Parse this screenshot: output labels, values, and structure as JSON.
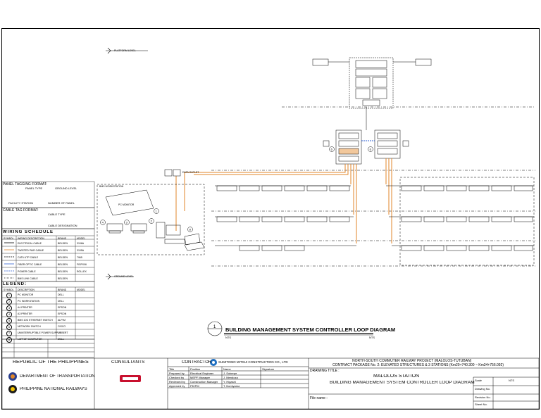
{
  "levels": {
    "platform": "PLATFORM LEVEL",
    "ground": "GROUND LEVEL"
  },
  "nodes": {
    "data_outlet": "DATA OUTLET",
    "bms_room": "BMS WORKSTATION",
    "workstation": "PC MONITOR"
  },
  "panel_format": {
    "title": "PANEL TAGGING FORMAT:",
    "panel_type": "PANEL TYPE",
    "ground_level": "GROUND LEVEL",
    "facility_station": "FACILITY STATION",
    "number_panel": "NUMBER OF PANEL"
  },
  "cable_format": {
    "title": "CABLE TAG FORMAT:",
    "cable_type": "CABLE TYPE",
    "designation": "CABLE DESIGNATION"
  },
  "wiring_schedule": {
    "title": "WIRING SCHEDULE",
    "headers": [
      "SYMBOL",
      "WIRING DESCRIPTION",
      "BRAND",
      "MODEL"
    ],
    "rows": [
      [
        "",
        "ELECTRICAL CABLE",
        "BELDEN",
        "3106A"
      ],
      [
        "",
        "TWISTED PAIR CABLE",
        "BELDEN",
        "3105A"
      ],
      [
        "",
        "CAT6 UTP CABLE",
        "BELDEN",
        "7965"
      ],
      [
        "",
        "FIBER OPTIC CABLE",
        "BELDEN",
        "FISPX06"
      ],
      [
        "",
        "POWER CABLE",
        "BELDEN",
        "ROLLEX"
      ],
      [
        "",
        "BMS LINK CABLE",
        "BELDEN",
        ""
      ]
    ]
  },
  "legend": {
    "title": "LEGEND:",
    "headers": [
      "SYMBOL",
      "DESCRIPTION",
      "BRAND",
      "MODEL"
    ],
    "rows": [
      [
        "1",
        "PC MONITOR",
        "DELL",
        ""
      ],
      [
        "2",
        "PC WORKSTATION",
        "DELL",
        ""
      ],
      [
        "3",
        "A4 PRINTER",
        "EPSON",
        ""
      ],
      [
        "4",
        "A3 PRINTER",
        "EPSON",
        ""
      ],
      [
        "5",
        "BMS 10G ETHERNET SWITCH",
        "ALPHA",
        ""
      ],
      [
        "6",
        "NETWORK SWITCH",
        "CISCO",
        ""
      ],
      [
        "7",
        "UNINTERRUPTIBLE POWER SUPPLY",
        "LIEBERT",
        ""
      ],
      [
        "8",
        "LAPTOP COMPUTER",
        "DELL",
        ""
      ]
    ]
  },
  "revisions": [
    [
      "",
      "",
      ""
    ],
    [
      "",
      "",
      ""
    ],
    [
      "",
      "",
      ""
    ],
    [
      "",
      "",
      ""
    ]
  ],
  "drawing": {
    "bubble": "1",
    "title": "BUILDING MANAGEMENT SYSTEM CONTROLLER LOOP DIAGRAM",
    "scale": "NTS"
  },
  "title_block": {
    "republic": "REPUBLIC OF THE PHILIPPINES",
    "dotr": "DEPARTMENT OF TRANSPORTATION",
    "pnr": "PHILIPPINE NATIONAL RAILWAYS",
    "consultants": "CONSULTANTS",
    "contractor": "CONTRACTOR",
    "contractor_name": "SUMITOMO MITSUI CONSTRUCTION CO., LTD",
    "sign_headers": [
      "Title",
      "Position",
      "Name",
      "Signature"
    ],
    "sign_rows": [
      [
        "Prepared by",
        "Electrical Engineer",
        "J. Sobrepe",
        ""
      ],
      [
        "Checked by",
        "MEPF Manager",
        "J. Mendoza",
        ""
      ],
      [
        "Reviewed by",
        "Construction Manager",
        "Y. Higashi",
        ""
      ],
      [
        "Approved by",
        "PD/PM",
        "T. Nomiyama",
        ""
      ]
    ],
    "project": "NORTH-SOUTH COMMUTER RAILWAY PROJECT (MALOLOS-TUTUBAN)",
    "package": "CONTRACT PACKAGE No. 2: ELEVATED STRUCTURES & 3 STATIONS (Km20+740.300 ~ Km34+756.092)",
    "drawing_title_label": "DRAWING TITLE :",
    "station": "MALOLOS STATION",
    "sheet_title": "BUILDING MANAGEMENT SYSTEM CONTROLLER LOOP DIAGRAM",
    "file_label": "File name :",
    "scale_label": "Scale",
    "scale_value": "NTS",
    "drawing_no_label": "Drawing No.",
    "drawing_no_value": "",
    "revision_label": "Revision No.",
    "revision_value": "",
    "sheet_label": "Sheet No.",
    "sheet_value": ""
  }
}
